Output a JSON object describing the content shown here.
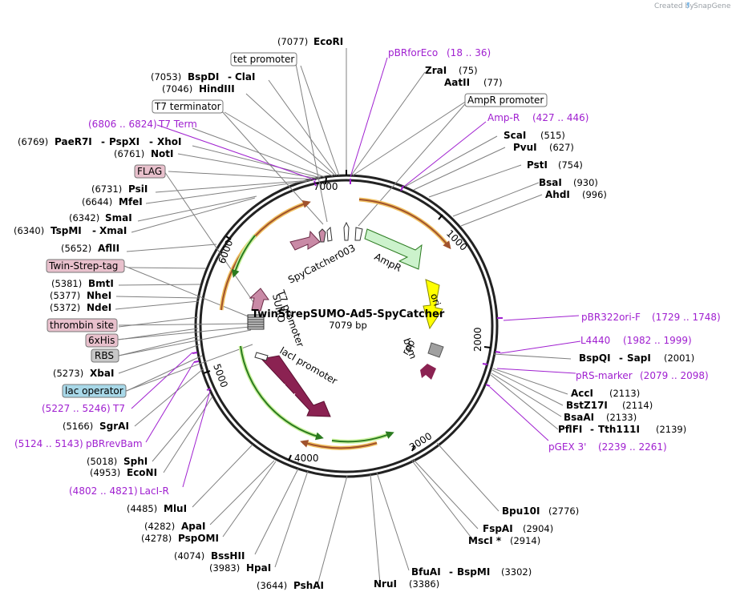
{
  "credit": "Created by",
  "brand": "SnapGene",
  "plasmid": {
    "name": "TwinStrepSUMO-Ad5-SpyCatcher",
    "size": "7079 bp"
  },
  "ticks": {
    "t1000": "1000",
    "t2000": "2000",
    "t3000": "3000",
    "t4000": "4000",
    "t5000": "5000",
    "t6000": "6000",
    "t7000": "7000"
  },
  "enzymes": {
    "ecori": {
      "name": "EcoRI",
      "pos": "(7077)"
    },
    "bspdi": {
      "name": "BspDI",
      "pos": "(7053)"
    },
    "clai": {
      "name": "ClaI"
    },
    "hindiii": {
      "name": "HindIII",
      "pos": "(7046)"
    },
    "paer7i": {
      "name": "PaeR7I",
      "pos": "(6769)"
    },
    "pspxi": {
      "name": "PspXI"
    },
    "xhoi": {
      "name": "XhoI"
    },
    "noti": {
      "name": "NotI",
      "pos": "(6761)"
    },
    "psii": {
      "name": "PsiI",
      "pos": "(6731)"
    },
    "mfei": {
      "name": "MfeI",
      "pos": "(6644)"
    },
    "smai": {
      "name": "SmaI",
      "pos": "(6342)"
    },
    "tspmi": {
      "name": "TspMI",
      "pos": "(6340)"
    },
    "xmai": {
      "name": "XmaI"
    },
    "aflii": {
      "name": "AflII",
      "pos": "(5652)"
    },
    "bmti": {
      "name": "BmtI",
      "pos": "(5381)"
    },
    "nhei": {
      "name": "NheI",
      "pos": "(5377)"
    },
    "ndei": {
      "name": "NdeI",
      "pos": "(5372)"
    },
    "xbai": {
      "name": "XbaI",
      "pos": "(5273)"
    },
    "sgrai": {
      "name": "SgrAI",
      "pos": "(5166)"
    },
    "sphi": {
      "name": "SphI",
      "pos": "(5018)"
    },
    "econi": {
      "name": "EcoNI",
      "pos": "(4953)"
    },
    "mlui": {
      "name": "MluI",
      "pos": "(4485)"
    },
    "apai": {
      "name": "ApaI",
      "pos": "(4282)"
    },
    "pspomi": {
      "name": "PspOMI",
      "pos": "(4278)"
    },
    "bsshii": {
      "name": "BssHII",
      "pos": "(4074)"
    },
    "hpai": {
      "name": "HpaI",
      "pos": "(3983)"
    },
    "pshai": {
      "name": "PshAI",
      "pos": "(3644)"
    },
    "zrai": {
      "name": "ZraI",
      "pos": "(75)"
    },
    "aatii": {
      "name": "AatII",
      "pos": "(77)"
    },
    "scai": {
      "name": "ScaI",
      "pos": "(515)"
    },
    "pvui": {
      "name": "PvuI",
      "pos": "(627)"
    },
    "psti": {
      "name": "PstI",
      "pos": "(754)"
    },
    "bsai": {
      "name": "BsaI",
      "pos": "(930)"
    },
    "ahdi": {
      "name": "AhdI",
      "pos": "(996)"
    },
    "bspqi": {
      "name": "BspQI",
      "pos": "(2001)"
    },
    "sapi": {
      "name": "SapI"
    },
    "acci": {
      "name": "AccI",
      "pos": "(2113)"
    },
    "bstz17i": {
      "name": "BstZ17I",
      "pos": "(2114)"
    },
    "bsaai": {
      "name": "BsaAI",
      "pos": "(2133)"
    },
    "psifi": {
      "name": "PflFI",
      "pos": "(2139)"
    },
    "tth111i": {
      "name": "Tth111I"
    },
    "bpu10i": {
      "name": "Bpu10I",
      "pos": "(2776)"
    },
    "fspai": {
      "name": "FspAI",
      "pos": "(2904)"
    },
    "msci": {
      "name": "MscI *",
      "pos": "(2914)"
    },
    "bfuai": {
      "name": "BfuAI",
      "pos": "(3302)"
    },
    "bspmi": {
      "name": "BspMI"
    },
    "nrui": {
      "name": "NruI",
      "pos": "(3386)"
    }
  },
  "primers": {
    "pbrforeco": {
      "name": "pBRforEco",
      "range": "(18 .. 36)"
    },
    "ampr": {
      "name": "Amp-R",
      "range": "(427 .. 446)"
    },
    "t7term": {
      "name": "T7 Term",
      "range": "(6806 .. 6824)"
    },
    "pbr322ori": {
      "name": "pBR322ori-F",
      "range": "(1729 .. 1748)"
    },
    "l4440": {
      "name": "L4440",
      "range": "(1982 .. 1999)"
    },
    "prsmarker": {
      "name": "pRS-marker",
      "range": "(2079 .. 2098)"
    },
    "pgex3": {
      "name": "pGEX 3'",
      "range": "(2239 .. 2261)"
    },
    "t7": {
      "name": "T7",
      "range": "(5227 .. 5246)"
    },
    "pbrrevbam": {
      "name": "pBRrevBam",
      "range": "(5124 .. 5143)"
    },
    "lacir": {
      "name": "LacI-R",
      "range": "(4802 .. 4821)"
    }
  },
  "boxes": {
    "tetpromoter": "tet promoter",
    "t7terminator": "T7 terminator",
    "amprpromoter": "AmpR promoter",
    "flag": "FLAG",
    "twinstrep": "Twin-Strep-tag",
    "thrombin": "thrombin site",
    "his": "6xHis",
    "rbs": "RBS",
    "lacoperator": "lac operator"
  },
  "features": {
    "spycatcher": "SpyCatcher003",
    "ampr": "AmpR",
    "ori": "ori",
    "bom": "bom",
    "rop": "rop",
    "laci": "lacI",
    "lacipromoter": "lacI promoter",
    "t7promoter": "T7 promoter",
    "sumo": "SUMO"
  },
  "colors": {
    "spycatcher": "#c98aa6",
    "ampr": "#ccf2cc",
    "ori": "#ffff00",
    "rop": "#8b2252",
    "laci": "#8b2252",
    "bom": "#a0a0a0",
    "primer": "#a020d0",
    "orf": "#f0c060",
    "orf2": "#3c9b2d",
    "tag_pink": "#e8c0cc",
    "tag_grey": "#c8c8c8",
    "tag_blue": "#a8d8e8"
  }
}
